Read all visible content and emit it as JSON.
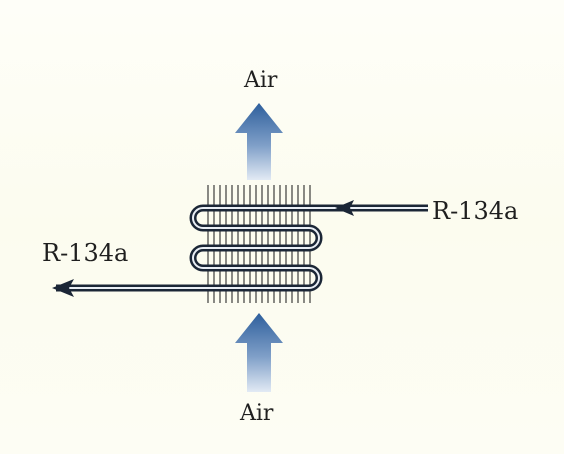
{
  "labels": {
    "air_top": "Air",
    "air_bottom": "Air",
    "refrigerant_in": "R-134a",
    "refrigerant_out": "R-134a"
  },
  "colors": {
    "arrow_dark": "#2e5f9c",
    "arrow_light": "#d8e3f1",
    "tube": "#1b2636",
    "fins": "#2a2a2a",
    "background": "#fdfdf5"
  },
  "icons": {
    "air_inlet": "up-arrow-icon",
    "air_outlet": "up-arrow-icon",
    "refrigerant_inlet": "left-arrowhead-icon",
    "refrigerant_outlet": "left-arrowhead-icon"
  }
}
